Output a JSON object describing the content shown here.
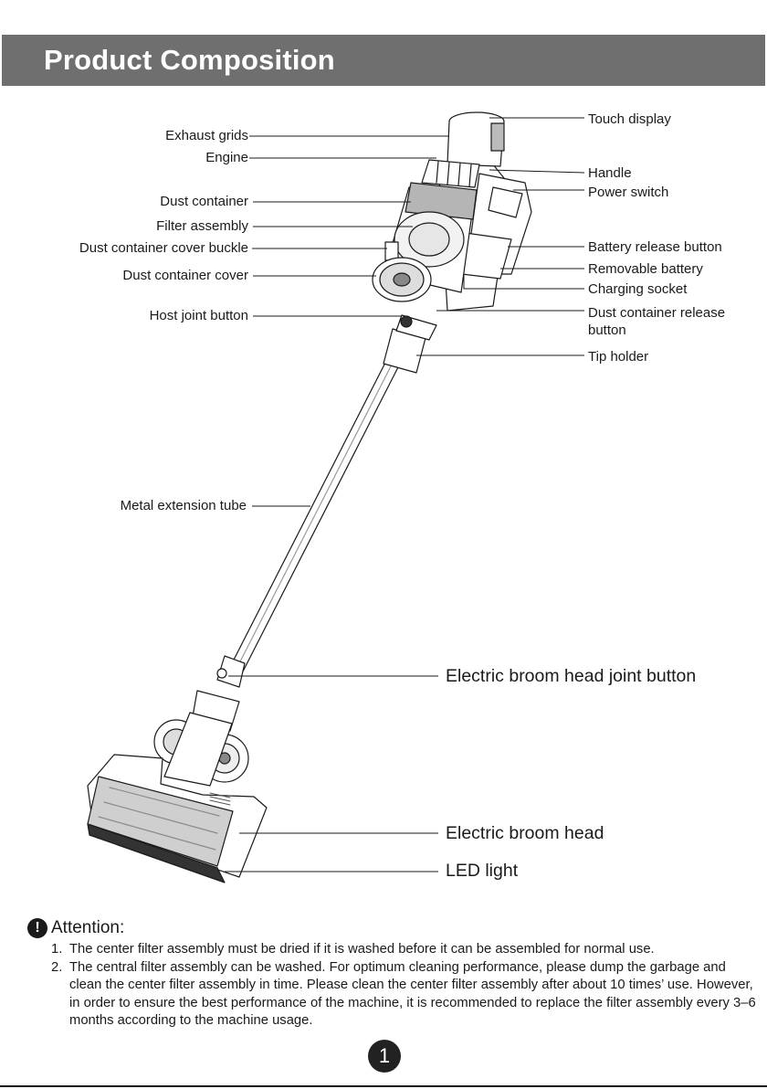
{
  "header": {
    "title": "Product Composition"
  },
  "labels_left": [
    {
      "id": "exhaust-grids",
      "text": "Exhaust grids"
    },
    {
      "id": "engine",
      "text": "Engine"
    },
    {
      "id": "dust-container",
      "text": "Dust container"
    },
    {
      "id": "filter-assembly",
      "text": "Filter assembly"
    },
    {
      "id": "dust-container-cover-buckle",
      "text": "Dust container cover buckle"
    },
    {
      "id": "dust-container-cover",
      "text": "Dust container cover"
    },
    {
      "id": "host-joint-button",
      "text": "Host joint button"
    },
    {
      "id": "metal-extension-tube",
      "text": "Metal extension tube"
    }
  ],
  "labels_right": [
    {
      "id": "touch-display",
      "text": "Touch display"
    },
    {
      "id": "handle",
      "text": "Handle"
    },
    {
      "id": "power-switch",
      "text": "Power switch"
    },
    {
      "id": "battery-release-button",
      "text": "Battery release button"
    },
    {
      "id": "removable-battery",
      "text": "Removable battery"
    },
    {
      "id": "charging-socket",
      "text": "Charging socket"
    },
    {
      "id": "dust-container-release-button",
      "text": "Dust container release",
      "text2": "button"
    },
    {
      "id": "tip-holder",
      "text": "Tip holder"
    }
  ],
  "labels_big": [
    {
      "id": "electric-broom-head-joint-button",
      "text": "Electric broom head joint button"
    },
    {
      "id": "electric-broom-head",
      "text": "Electric broom head"
    },
    {
      "id": "led-light",
      "text": "LED light"
    }
  ],
  "attention": {
    "icon": "!",
    "title": "Attention:",
    "items": [
      {
        "num": "1.",
        "text": "The center filter assembly must be dried if it is washed before it can be assembled for normal use."
      },
      {
        "num": "2.",
        "text": "The central filter assembly can be washed. For optimum cleaning performance, please dump the garbage and clean the center filter assembly in time. Please clean the center filter assembly after about 10 times’ use. However, in order to ensure the best performance of the machine, it is recommended to replace the filter assembly every 3–6 months according to the machine usage."
      }
    ]
  },
  "page_number": "1"
}
